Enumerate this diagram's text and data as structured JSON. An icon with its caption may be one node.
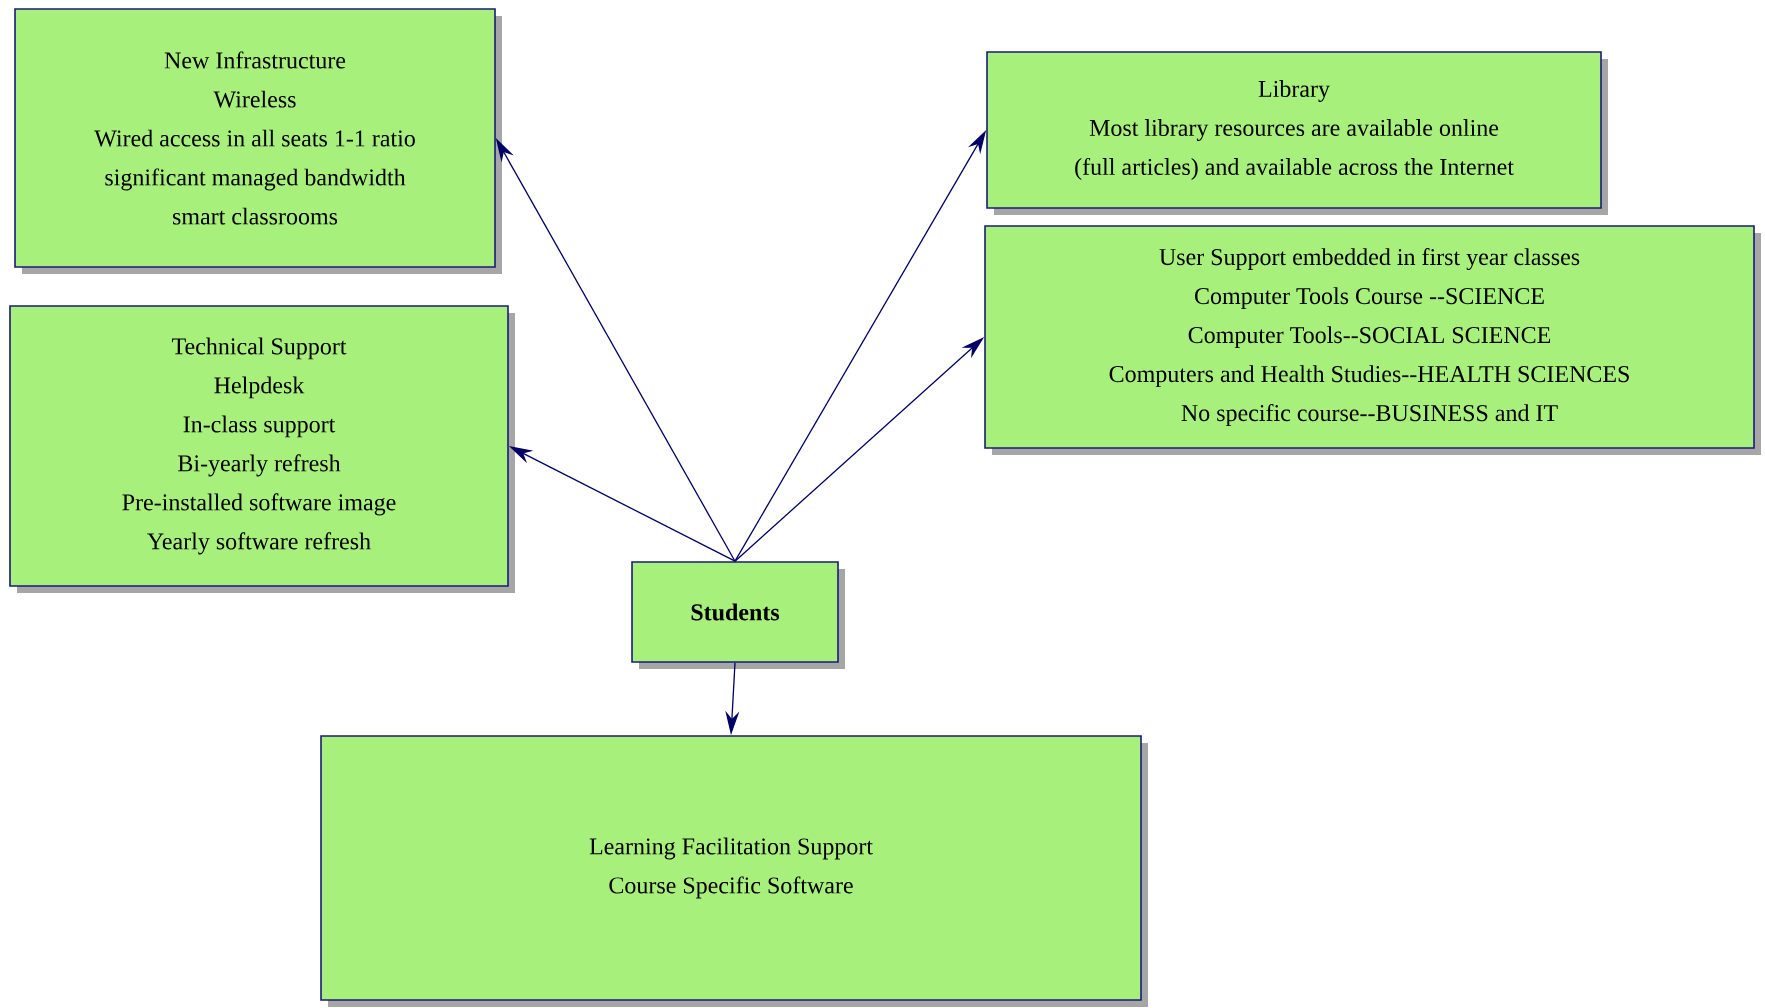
{
  "diagram": {
    "nodes": [
      {
        "text": [
          "New Infrastructure",
          "Wireless",
          "Wired access in all seats 1-1 ratio",
          "significant managed bandwidth",
          "smart classrooms"
        ]
      },
      {
        "text": [
          "Library",
          "Most library resources are available online",
          "(full articles) and available across the Internet"
        ]
      },
      {
        "text": [
          "Technical Support",
          "Helpdesk",
          "In-class support",
          "Bi-yearly refresh",
          "Pre-installed software image",
          "Yearly software refresh"
        ]
      },
      {
        "text": [
          "User Support embedded in first year classes",
          "Computer Tools Course --SCIENCE",
          "Computer Tools--SOCIAL SCIENCE",
          "Computers and Health Studies--HEALTH SCIENCES",
          "No specific course--BUSINESS and IT"
        ]
      },
      {
        "text": [
          "Students"
        ]
      },
      {
        "text": [
          "Learning Facilitation Support",
          "Course Specific Software"
        ]
      }
    ],
    "edges": [
      {
        "from": 4,
        "to": 0,
        "arrow": "to"
      },
      {
        "from": 4,
        "to": 1,
        "arrow": "to"
      },
      {
        "from": 4,
        "to": 2,
        "arrow": "to"
      },
      {
        "from": 4,
        "to": 3,
        "arrow": "to"
      },
      {
        "from": 4,
        "to": 5,
        "arrow": "to"
      }
    ]
  }
}
